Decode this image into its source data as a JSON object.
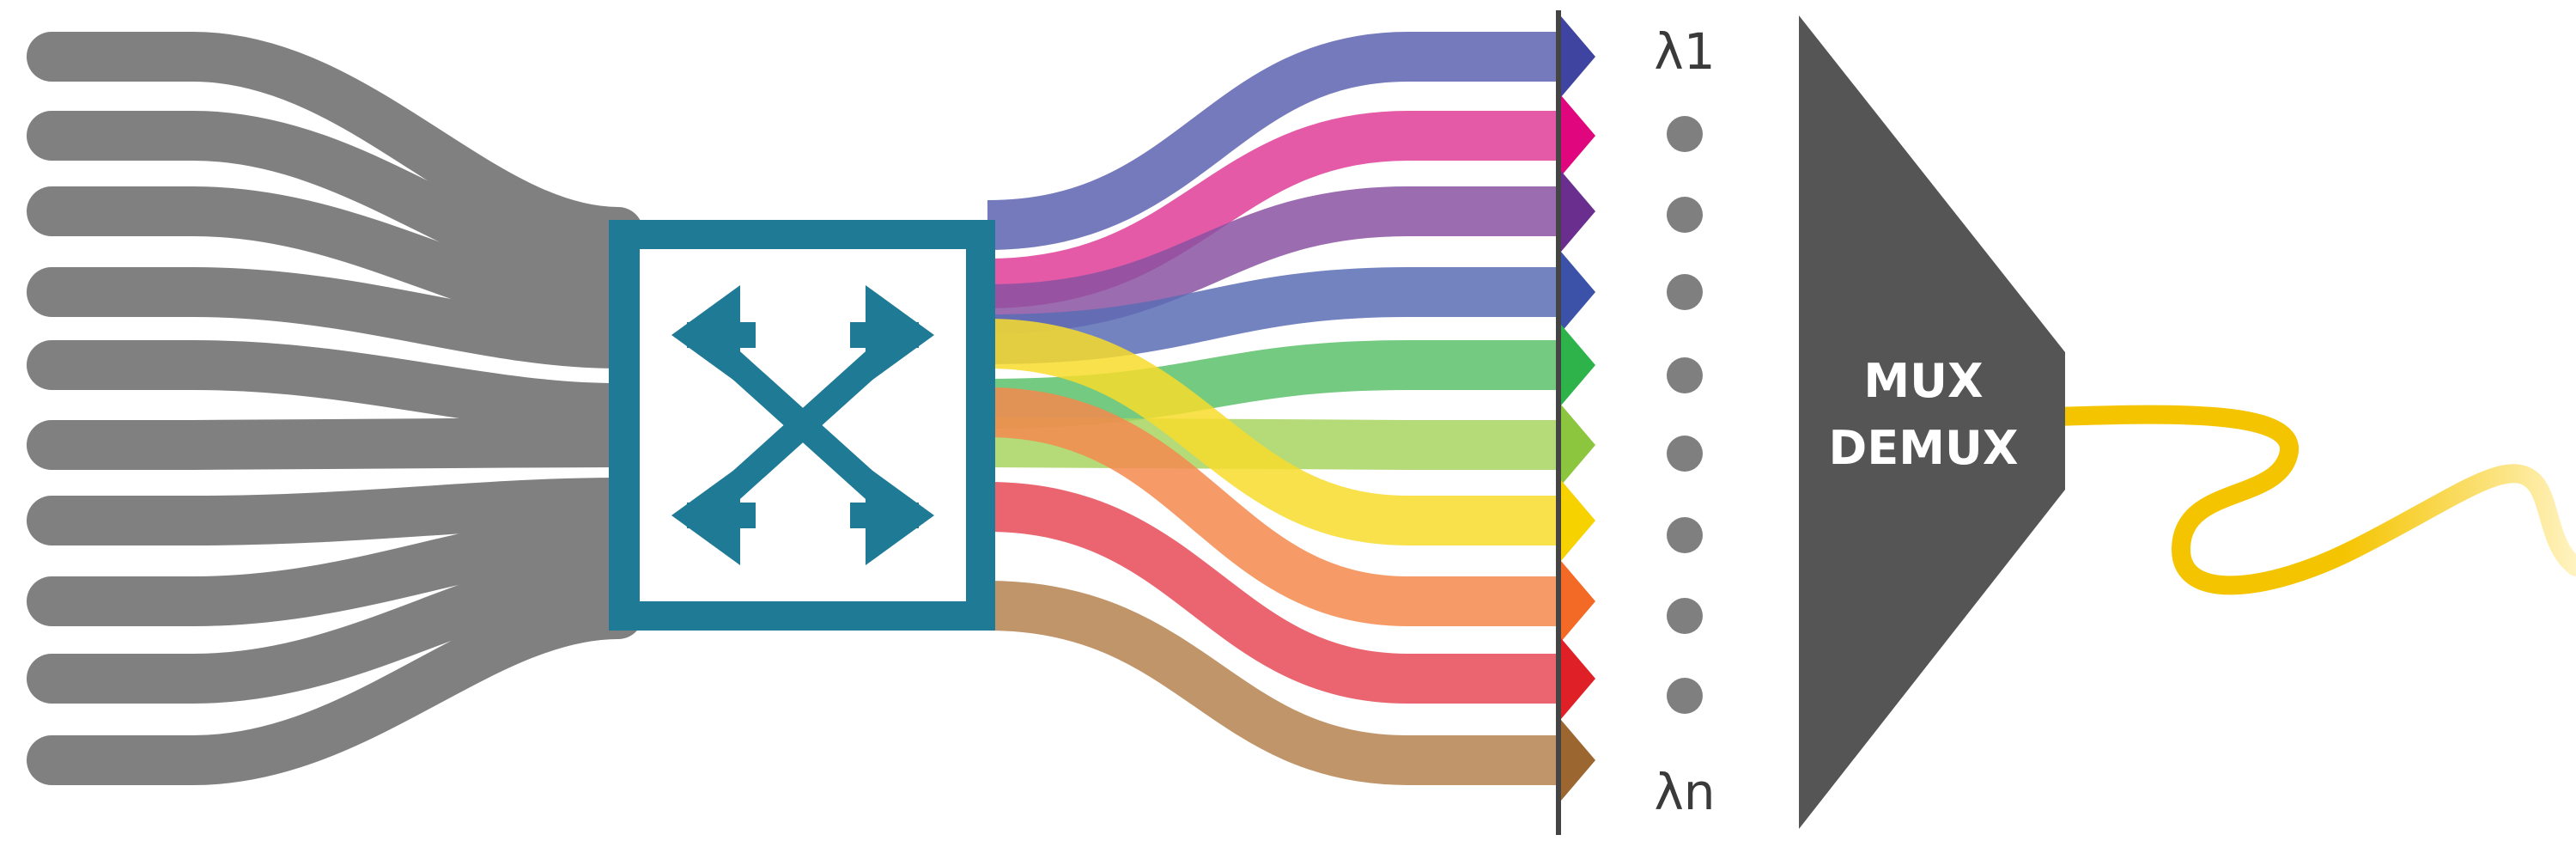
{
  "labels": {
    "lambda_first": "λ1",
    "lambda_last": "λn",
    "mux_line1": "MUX",
    "mux_line2": "DEMUX"
  },
  "icons": {
    "switch": "crossed-arrows-switch-icon",
    "mux": "mux-demux-triangle",
    "fiber": "optical-fiber-cable"
  },
  "colors": {
    "input_fibers": "#808080",
    "switch_frame": "#1e7a95",
    "switch_arrows": "#1e7a95",
    "mux_body": "#555555",
    "mux_text": "#ffffff",
    "dots": "#7f7f7f",
    "fiber": "#f5c400",
    "channels": [
      "#5d63b0",
      "#df3d98",
      "#8a52a1",
      "#5a6db5",
      "#5cc16a",
      "#a8d460",
      "#f7dc2c",
      "#f48a4d",
      "#e64a57",
      "#b4824f"
    ],
    "channel_arrows": [
      "#3f44a0",
      "#e0067e",
      "#6a2e8e",
      "#3b52a8",
      "#2db34a",
      "#8cc63f",
      "#f6d200",
      "#f26a25",
      "#e02027",
      "#9c6630"
    ]
  }
}
